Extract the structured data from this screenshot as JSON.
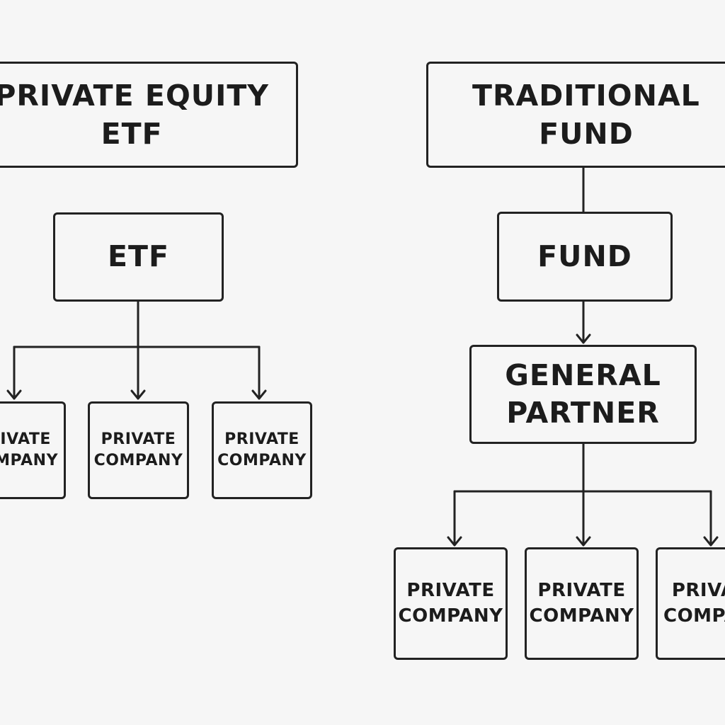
{
  "left": {
    "title": "PRIVATE EQUITY\nETF",
    "middle": "ETF",
    "companies": [
      "PRIVATE\nCOMPANY",
      "PRIVATE\nCOMPANY",
      "PRIVATE\nCOMPANY"
    ]
  },
  "right": {
    "title": "TRADITIONAL\nFUND",
    "middle": "FUND",
    "partner": "GENERAL\nPARTNER",
    "companies": [
      "PRIVATE\nCOMPANY",
      "PRIVATE\nCOMPANY",
      "PRIVATE\nCOMPANY"
    ]
  },
  "colors": {
    "line": "#222222",
    "background": "#f6f6f6"
  }
}
